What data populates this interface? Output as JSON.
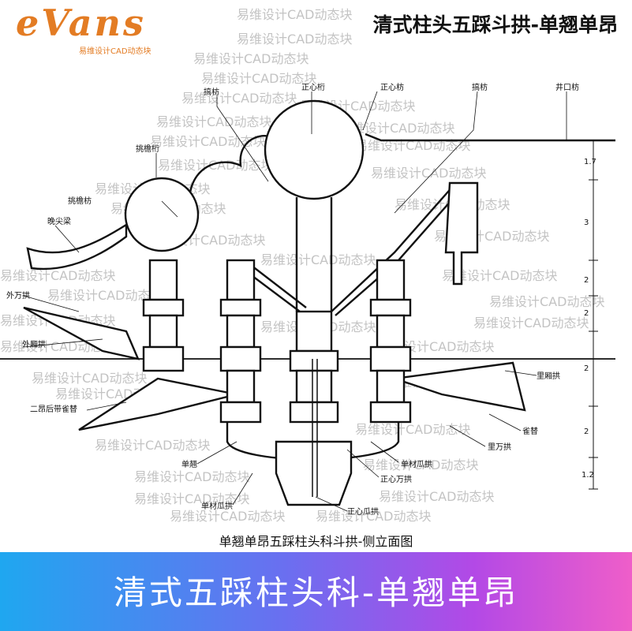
{
  "logo": {
    "text": "eVans",
    "subtitle": "易维设计CAD动态块"
  },
  "header": {
    "title": "清式柱头五踩斗拱-单翘单昂"
  },
  "labels": {
    "kangfang1": "搞枋",
    "zhengxinheng": "正心桁",
    "zhengxinfang": "正心枋",
    "kangfang2": "搞枋",
    "jingkoufang": "井口枋",
    "tiaoyanheng": "挑檐桁",
    "tiaoyanfang": "挑檐枋",
    "wanxuanliang": "晚尖梁",
    "waiwangong": "外万拱",
    "waixianggong": "外厢拱",
    "erang": "二昂后带雀替",
    "dangqiao": "单翘",
    "dancaiguagong_a": "单材瓜拱",
    "zhengxinguagong": "正心瓜拱",
    "dancaiguagong_b": "单材瓜拱",
    "zhengxinwangong": "正心万拱",
    "lixianggong": "里厢拱",
    "queti": "雀替",
    "liwangong": "里万拱"
  },
  "dims": [
    "1.7",
    "3",
    "2",
    "2",
    "2",
    "2",
    "1.2"
  ],
  "watermark": "易维设计CAD动态块",
  "caption": "单翘单昂五踩柱头科斗拱-侧立面图",
  "banner": {
    "title": "清式五踩柱头科-单翘单昂"
  },
  "colors": {
    "accent": "#e37c24",
    "banner_start": "#1fa7f0",
    "banner_end": "#ef5ec9"
  }
}
